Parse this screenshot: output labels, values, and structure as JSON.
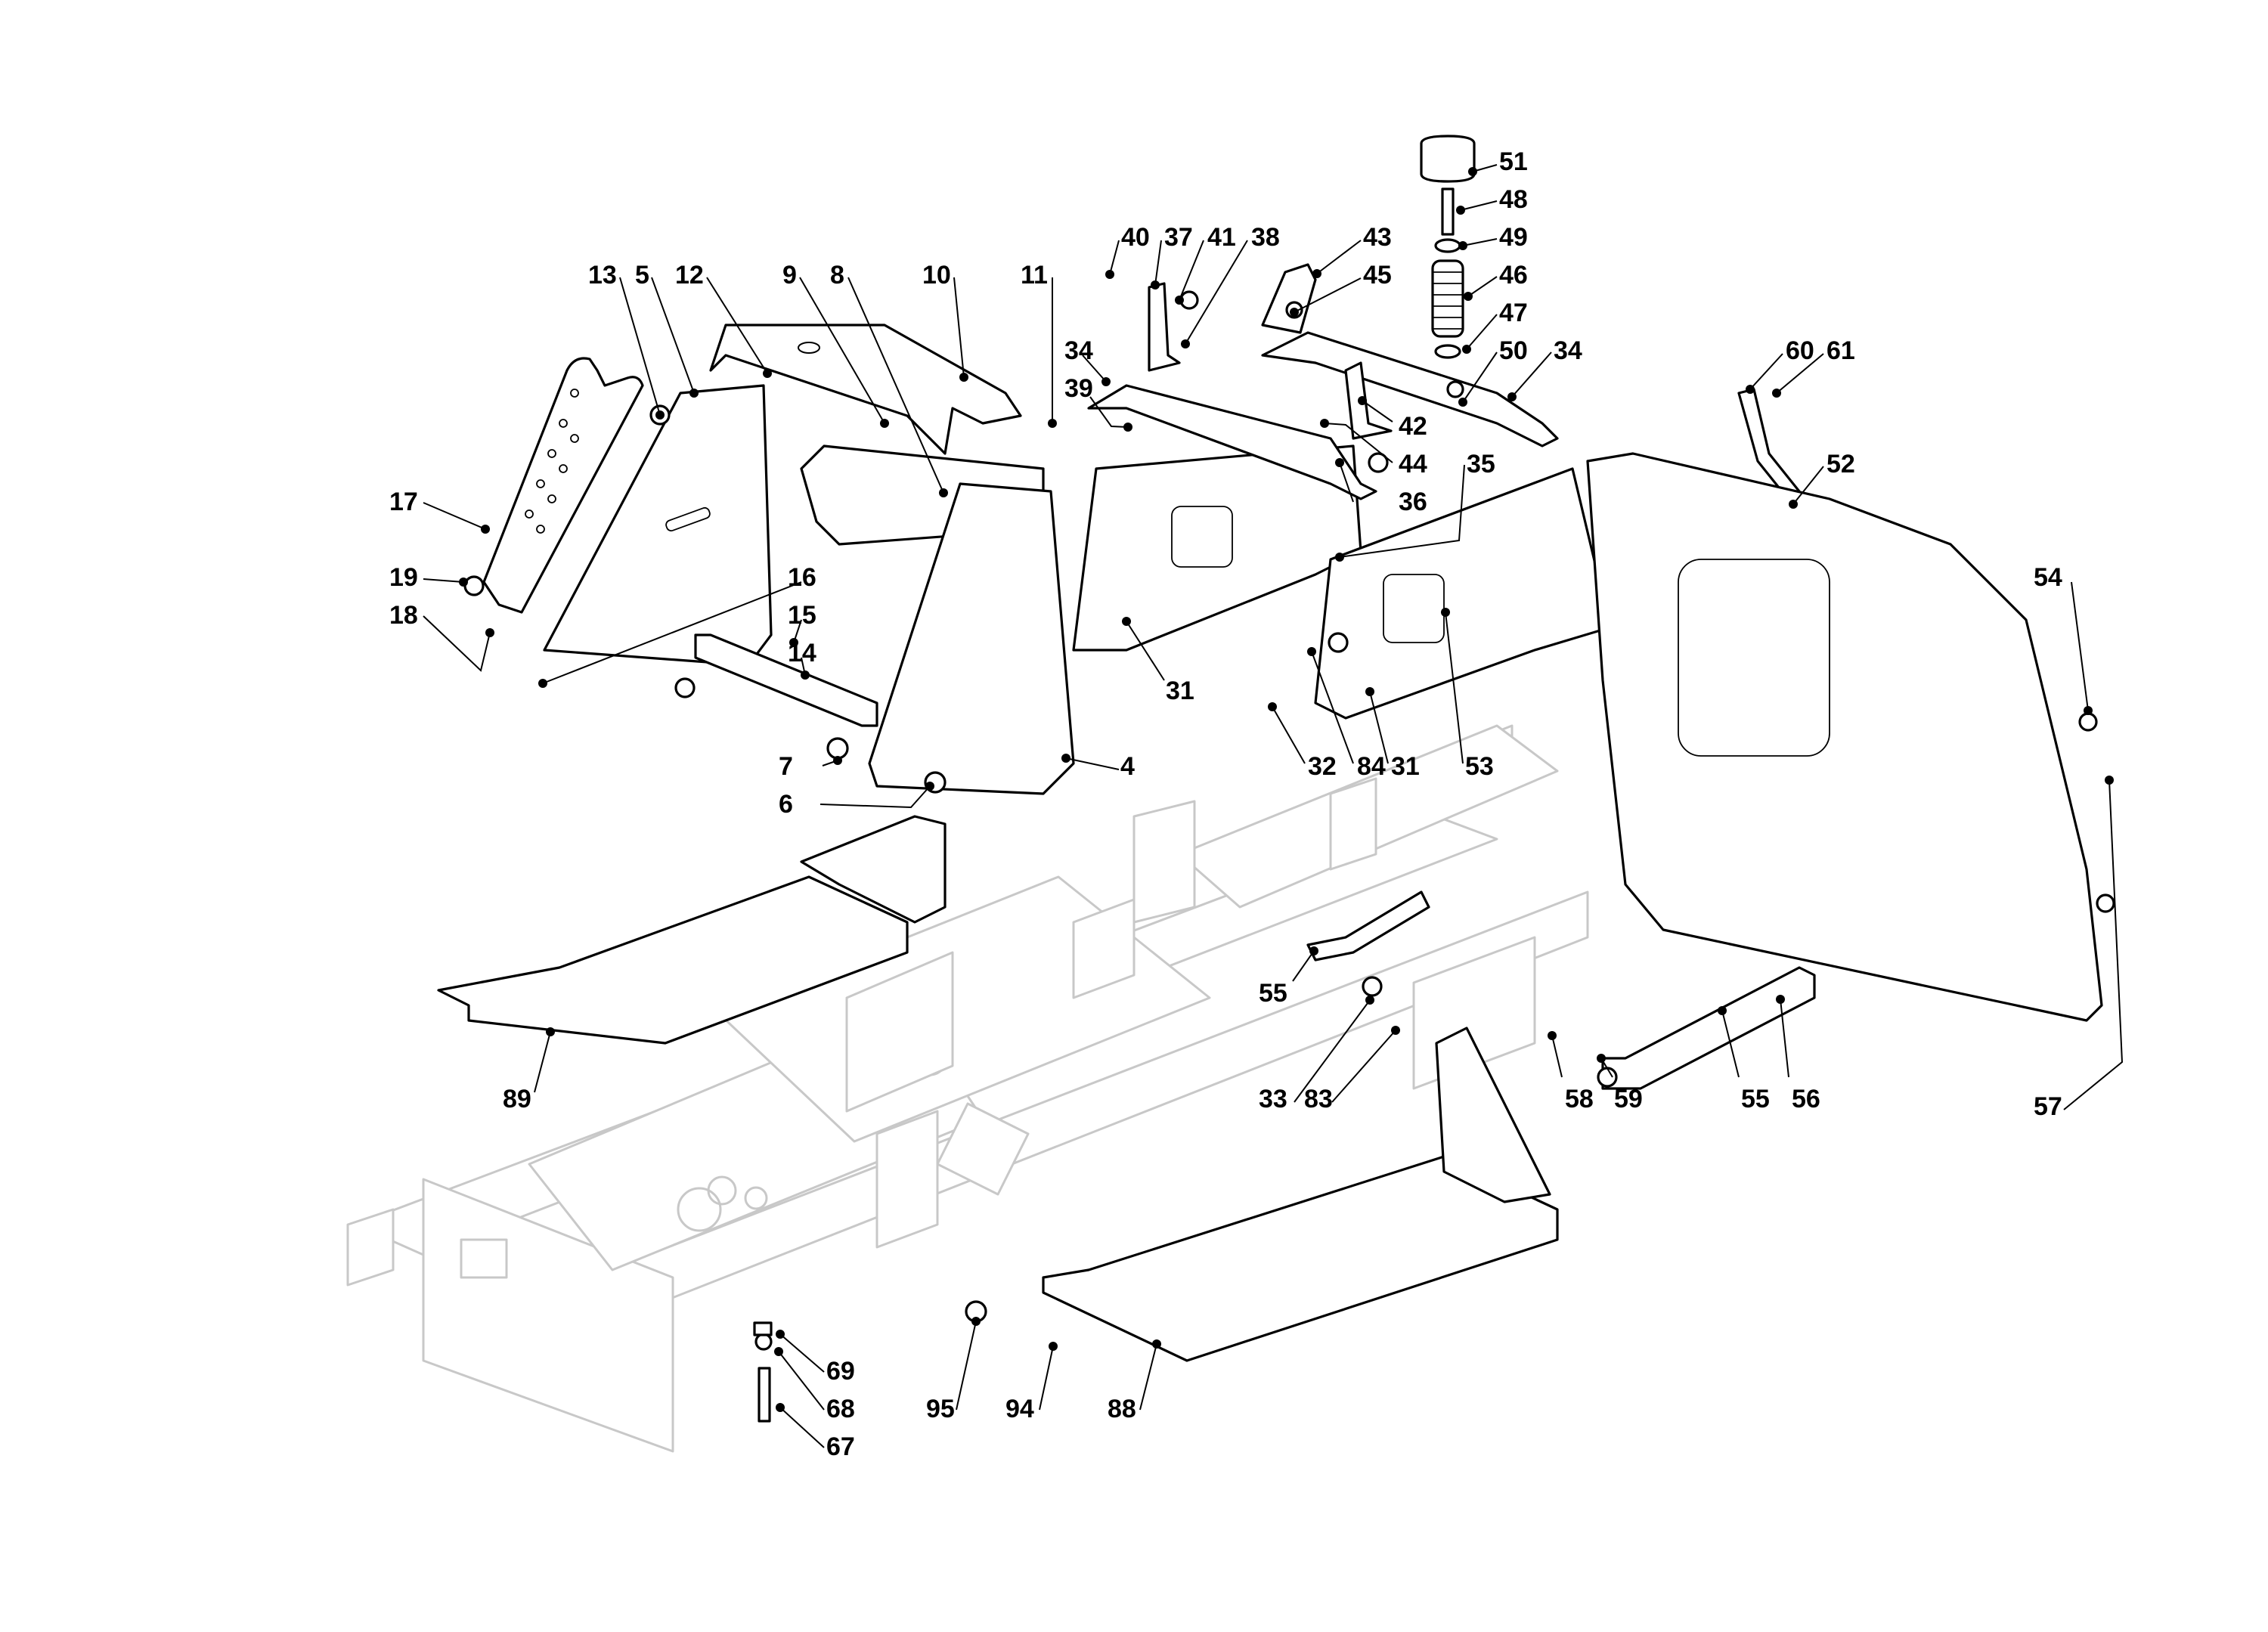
{
  "diagram": {
    "type": "exploded-parts-diagram",
    "subject": "ride-on mower frame, footboards and seat support",
    "colors": {
      "line": "#000000",
      "ghost_chassis": "#c8c8c8",
      "background": "#ffffff"
    },
    "callouts": [
      {
        "id": "c13",
        "label": "13"
      },
      {
        "id": "c5",
        "label": "5"
      },
      {
        "id": "c12",
        "label": "12"
      },
      {
        "id": "c9",
        "label": "9"
      },
      {
        "id": "c8",
        "label": "8"
      },
      {
        "id": "c10",
        "label": "10"
      },
      {
        "id": "c11",
        "label": "11"
      },
      {
        "id": "c40",
        "label": "40"
      },
      {
        "id": "c37",
        "label": "37"
      },
      {
        "id": "c41",
        "label": "41"
      },
      {
        "id": "c38",
        "label": "38"
      },
      {
        "id": "c43",
        "label": "43"
      },
      {
        "id": "c45",
        "label": "45"
      },
      {
        "id": "c51",
        "label": "51"
      },
      {
        "id": "c48",
        "label": "48"
      },
      {
        "id": "c49",
        "label": "49"
      },
      {
        "id": "c46",
        "label": "46"
      },
      {
        "id": "c47",
        "label": "47"
      },
      {
        "id": "c50",
        "label": "50"
      },
      {
        "id": "c34a",
        "label": "34"
      },
      {
        "id": "c34b",
        "label": "34"
      },
      {
        "id": "c39",
        "label": "39"
      },
      {
        "id": "c42",
        "label": "42"
      },
      {
        "id": "c44",
        "label": "44"
      },
      {
        "id": "c35",
        "label": "35"
      },
      {
        "id": "c36",
        "label": "36"
      },
      {
        "id": "c60",
        "label": "60"
      },
      {
        "id": "c61",
        "label": "61"
      },
      {
        "id": "c52",
        "label": "52"
      },
      {
        "id": "c54",
        "label": "54"
      },
      {
        "id": "c17",
        "label": "17"
      },
      {
        "id": "c19",
        "label": "19"
      },
      {
        "id": "c18",
        "label": "18"
      },
      {
        "id": "c16",
        "label": "16"
      },
      {
        "id": "c15",
        "label": "15"
      },
      {
        "id": "c14",
        "label": "14"
      },
      {
        "id": "c7",
        "label": "7"
      },
      {
        "id": "c6",
        "label": "6"
      },
      {
        "id": "c4",
        "label": "4"
      },
      {
        "id": "c31a",
        "label": "31"
      },
      {
        "id": "c32",
        "label": "32"
      },
      {
        "id": "c84",
        "label": "84"
      },
      {
        "id": "c31b",
        "label": "31"
      },
      {
        "id": "c53",
        "label": "53"
      },
      {
        "id": "c55a",
        "label": "55"
      },
      {
        "id": "c89",
        "label": "89"
      },
      {
        "id": "c33",
        "label": "33"
      },
      {
        "id": "c83",
        "label": "83"
      },
      {
        "id": "c58",
        "label": "58"
      },
      {
        "id": "c59",
        "label": "59"
      },
      {
        "id": "c55b",
        "label": "55"
      },
      {
        "id": "c56",
        "label": "56"
      },
      {
        "id": "c57",
        "label": "57"
      },
      {
        "id": "c69",
        "label": "69"
      },
      {
        "id": "c68",
        "label": "68"
      },
      {
        "id": "c67",
        "label": "67"
      },
      {
        "id": "c95",
        "label": "95"
      },
      {
        "id": "c94",
        "label": "94"
      },
      {
        "id": "c88",
        "label": "88"
      }
    ]
  }
}
